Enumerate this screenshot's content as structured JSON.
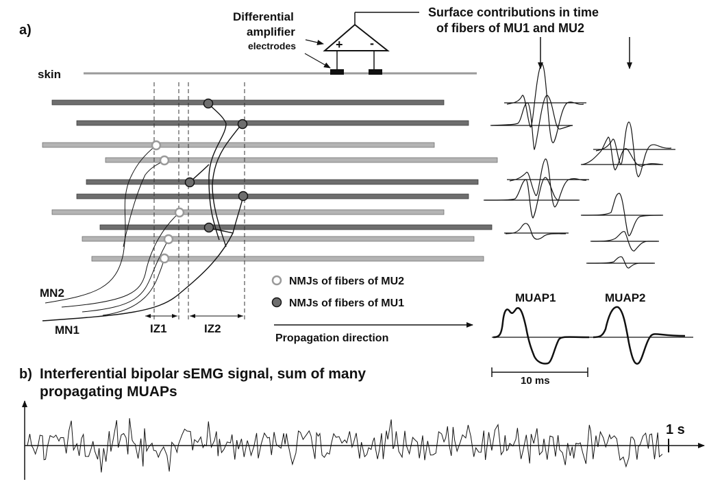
{
  "panel_a": {
    "label": "a)",
    "amplifier_label_line1": "Differential",
    "amplifier_label_line2": "amplifier",
    "electrodes_label": "electrodes",
    "plus_sign": "+",
    "minus_sign": "-",
    "skin_label": "skin",
    "surface_title_line1": "Surface contributions in time",
    "surface_title_line2": "of  fibers of MU1    and    MU2",
    "legend_mu2": "NMJs of fibers of MU2",
    "legend_mu1": "NMJs of fibers of MU1",
    "propagation_label": "Propagation direction",
    "mn2_label": "MN2",
    "mn1_label": "MN1",
    "iz1_label": "IZ1",
    "iz2_label": "IZ2",
    "muap1_label": "MUAP1",
    "muap2_label": "MUAP2",
    "scale_label": "10 ms"
  },
  "panel_b": {
    "label": "b)",
    "title_line1": "Interferential bipolar sEMG signal, sum of many",
    "title_line2": "propagating MUAPs",
    "time_label": "1 s"
  },
  "colors": {
    "mu1_fiber": "#6e6e6e",
    "mu2_fiber": "#b4b4b4",
    "mu1_nmj": "#6e6e6e",
    "mu2_nmj": "#ffffff",
    "ink": "#111111",
    "skin": "#9a9a9a"
  }
}
